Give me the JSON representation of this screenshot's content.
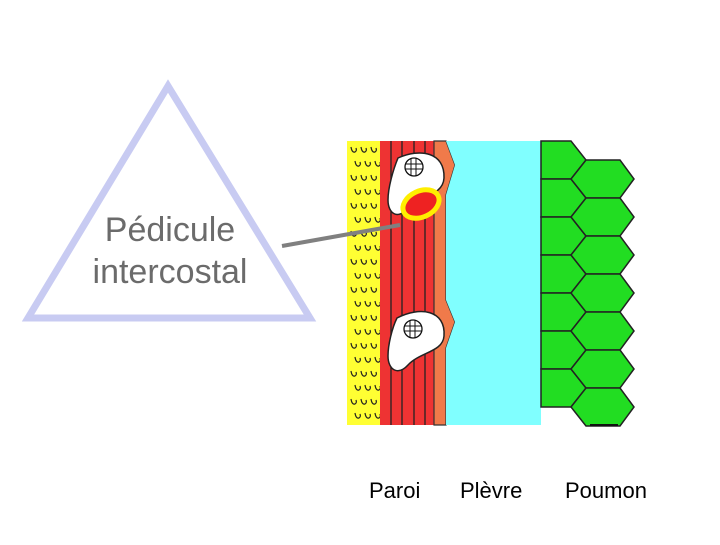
{
  "title": {
    "line1": "Pédicule",
    "line2": "intercostal"
  },
  "labels": {
    "paroi": "Paroi",
    "plevre": "Plèvre",
    "poumon": "Poumon"
  },
  "colors": {
    "triangle_outline": "#c8cbf2",
    "fat_layer": "#ffff33",
    "muscle": "#ee3333",
    "fascia": "#f07a4a",
    "pleura_space": "#80ffff",
    "lung_cells": "#22dd22",
    "vessel_ring": "#ffee00",
    "pointer_line": "#808080"
  }
}
